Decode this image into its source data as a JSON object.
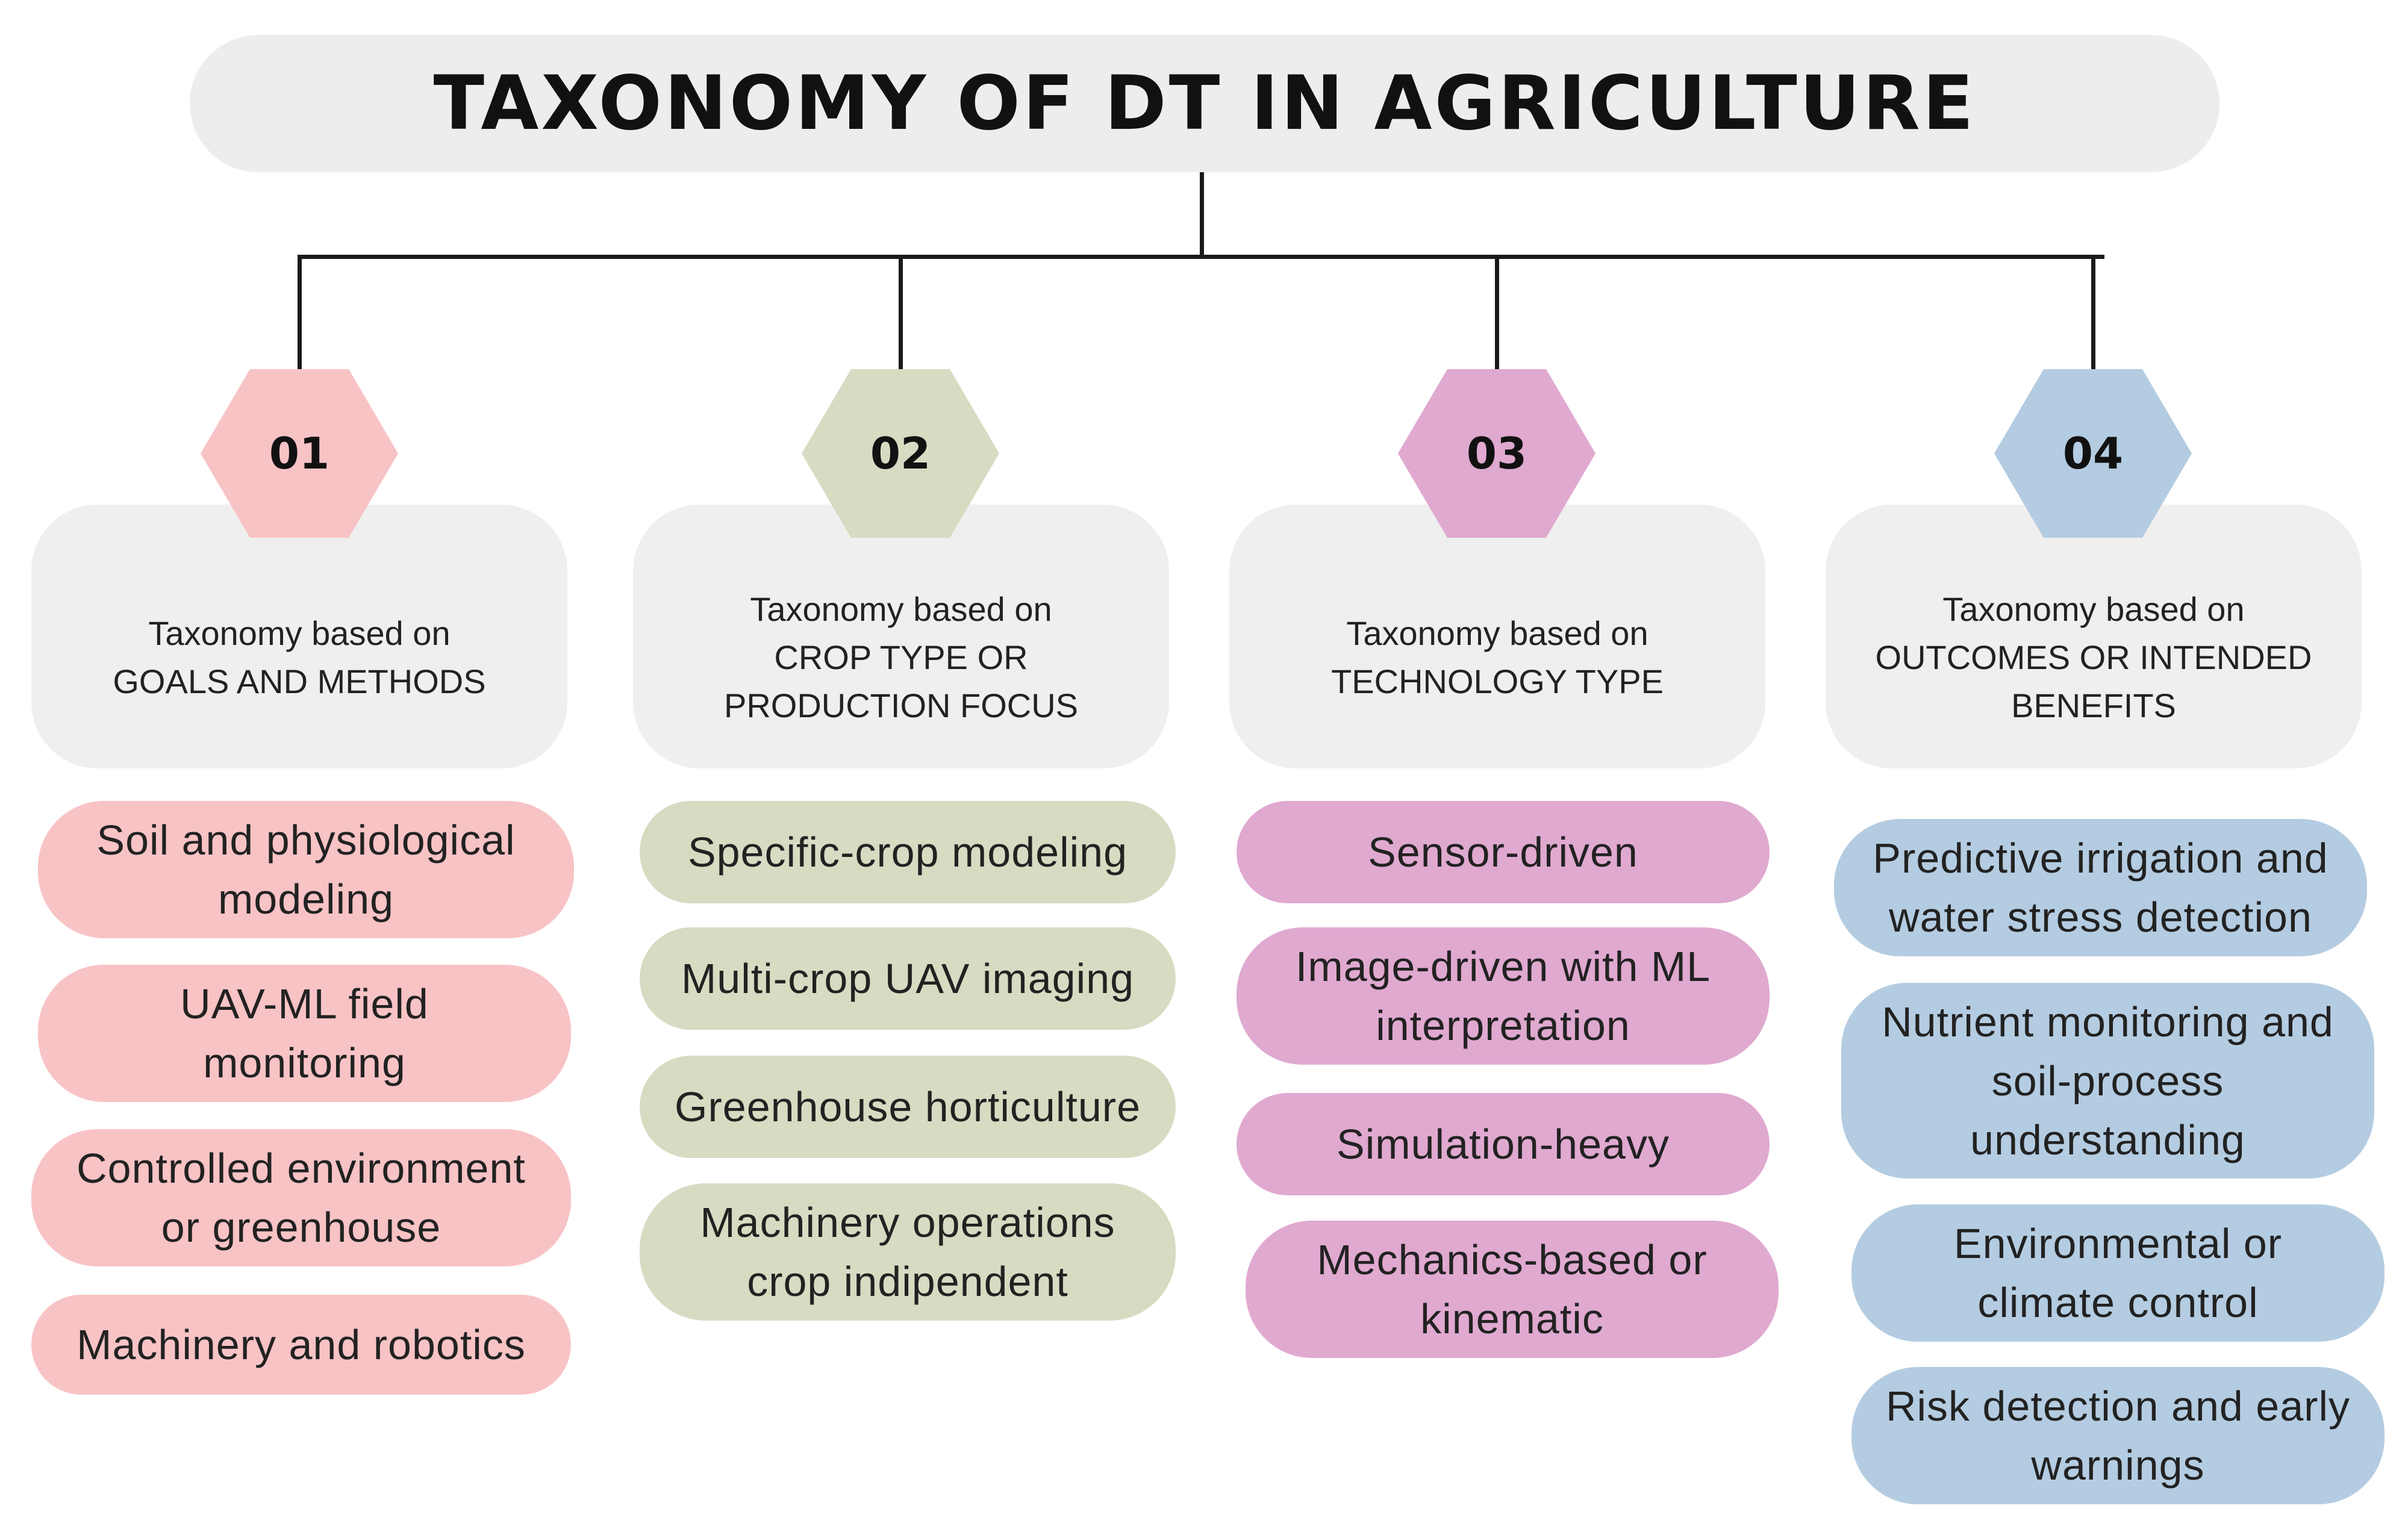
{
  "title": "TAXONOMY OF DT IN AGRICULTURE",
  "colors": {
    "pink": "#f8c3c5",
    "olive": "#d7dbc2",
    "purple": "#e0a9d0",
    "blue": "#b4cce1",
    "box_grey": "#efefef",
    "connector": "#1a1a1a"
  },
  "categories": [
    {
      "number": "01",
      "label": "Taxonomy based on\nGOALS AND METHODS",
      "items": [
        "Soil and physiological\nmodeling",
        "UAV-ML field\nmonitoring",
        "Controlled environment\nor greenhouse",
        "Machinery and robotics"
      ]
    },
    {
      "number": "02",
      "label": "Taxonomy based on\nCROP TYPE OR\nPRODUCTION FOCUS",
      "items": [
        "Specific-crop modeling",
        "Multi-crop UAV imaging",
        "Greenhouse horticulture",
        "Machinery operations\ncrop indipendent"
      ]
    },
    {
      "number": "03",
      "label": "Taxonomy based on\nTECHNOLOGY TYPE",
      "items": [
        "Sensor-driven",
        "Image-driven with ML\ninterpretation",
        "Simulation-heavy",
        "Mechanics-based or\nkinematic"
      ]
    },
    {
      "number": "04",
      "label": "Taxonomy based on\nOUTCOMES OR INTENDED\nBENEFITS",
      "items": [
        "Predictive irrigation and\nwater stress detection",
        "Nutrient monitoring and\nsoil-process\nunderstanding",
        "Environmental or\nclimate control",
        "Risk detection and early\nwarnings"
      ]
    }
  ]
}
